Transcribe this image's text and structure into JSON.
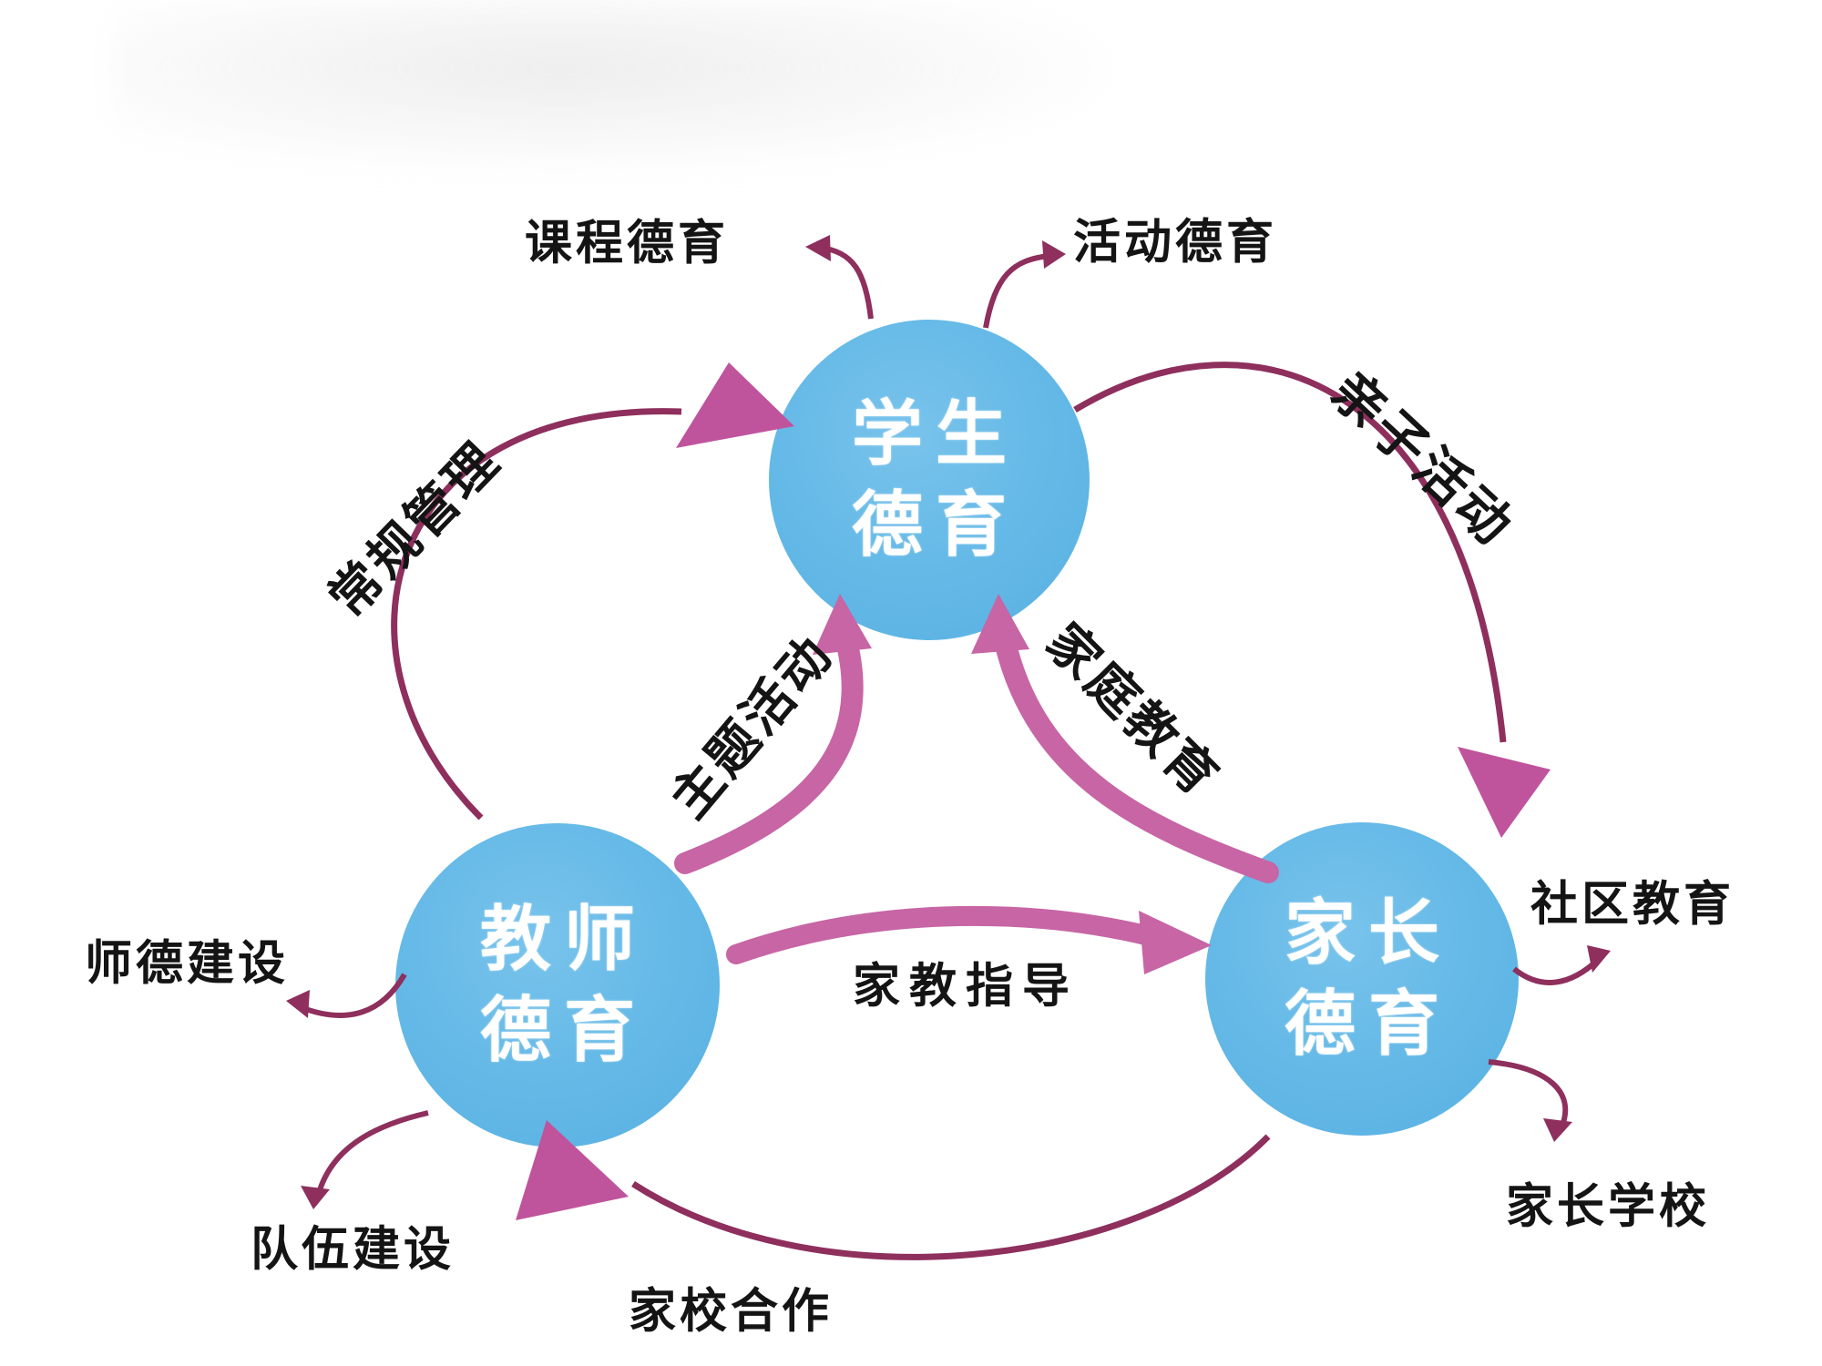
{
  "diagram": {
    "nodes": {
      "student": {
        "line1": "学生",
        "line2": "德育"
      },
      "teacher": {
        "line1": "教师",
        "line2": "德育"
      },
      "parent": {
        "line1": "家长",
        "line2": "德育"
      }
    },
    "edge_labels": {
      "curriculum": "课程德育",
      "activity": "活动德育",
      "routine_management": "常规管理",
      "theme_activity": "主题活动",
      "family_education": "家庭教育",
      "parent_child_activity": "亲子活动",
      "teacher_ethics": "师德建设",
      "team_building": "队伍建设",
      "home_guidance": "家教指导",
      "community_education": "社区教育",
      "parent_school": "家长学校",
      "home_school_cooperation": "家校合作"
    },
    "colors": {
      "background": "#ffffff",
      "node_fill": "#63b8e6",
      "node_text": "#ffffff",
      "thin_arrow": "#8e2f5d",
      "thick_arrow": "#c765a5",
      "arrowhead_triangle": "#bf549c",
      "label_text": "#141414"
    }
  }
}
